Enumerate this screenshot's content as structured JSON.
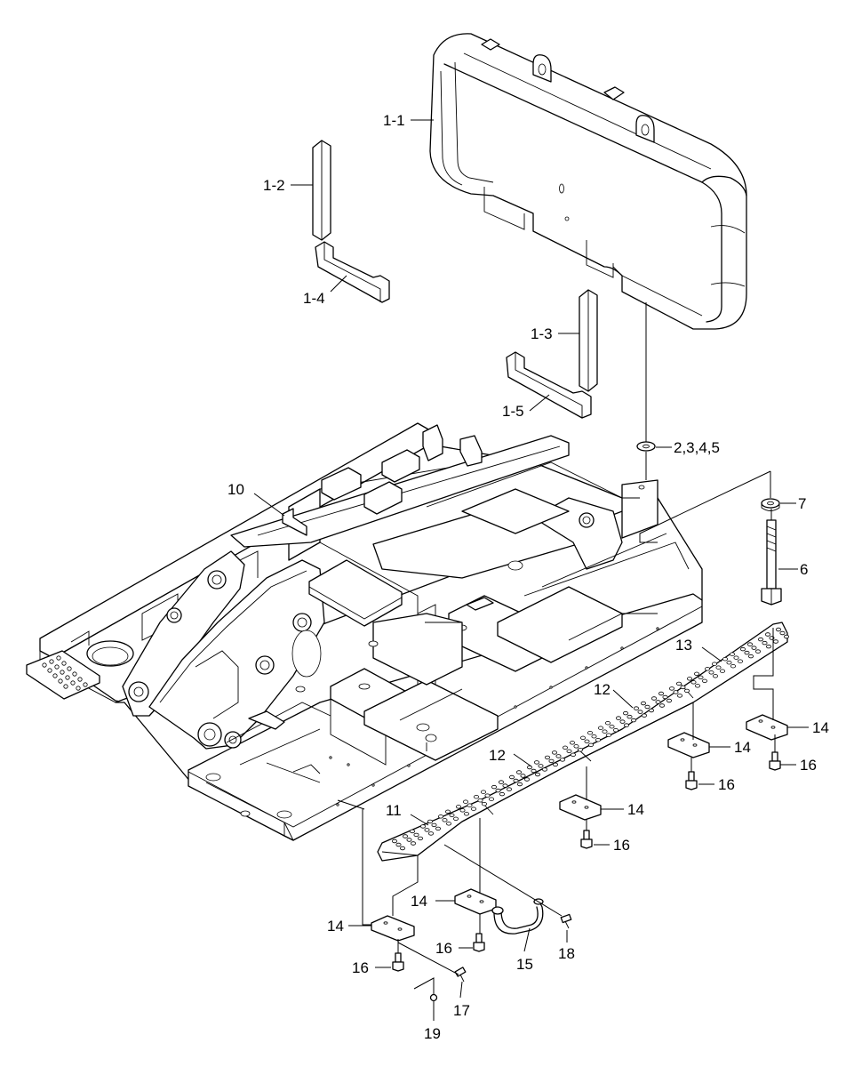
{
  "colors": {
    "line": "#000000",
    "background": "#ffffff"
  },
  "callouts": {
    "c_1_1": "1-1",
    "c_1_2": "1-2",
    "c_1_3": "1-3",
    "c_1_4": "1-4",
    "c_1_5": "1-5",
    "c_2345": "2,3,4,5",
    "c_6": "6",
    "c_7": "7",
    "c_10": "10",
    "c_11": "11",
    "c_12a": "12",
    "c_12b": "12",
    "c_13": "13",
    "c_14a": "14",
    "c_14b": "14",
    "c_14c": "14",
    "c_14d": "14",
    "c_14e": "14",
    "c_15": "15",
    "c_16a": "16",
    "c_16b": "16",
    "c_16c": "16",
    "c_16d": "16",
    "c_16e": "16",
    "c_17": "17",
    "c_18": "18",
    "c_19": "19"
  }
}
